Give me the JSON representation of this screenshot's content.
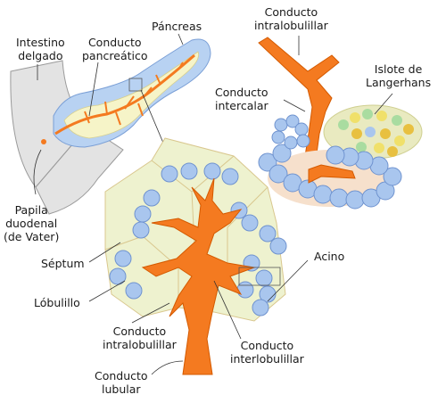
{
  "labels": {
    "intestino": [
      "Intestino",
      "delgado"
    ],
    "conducto_pancreatico": [
      "Conducto",
      "pancreático"
    ],
    "pancreas": "Páncreas",
    "conducto_intralobulillar_top": [
      "Conducto",
      "intralobulillar"
    ],
    "islote": [
      "Islote de",
      "Langerhans"
    ],
    "conducto_intercalar": [
      "Conducto",
      "intercalar"
    ],
    "papila": [
      "Papila",
      "duodenal",
      "(de Vater)"
    ],
    "septum": "Séptum",
    "lobulillo": "Lóbulillo",
    "acino": "Acino",
    "conducto_intralobulillar_bottom": [
      "Conducto",
      "intralobulillar"
    ],
    "conducto_interlobulillar": [
      "Conducto",
      "interlobulillar"
    ],
    "conducto_lubular": [
      "Conducto",
      "lubular"
    ]
  },
  "colors": {
    "duct": "#f47a20",
    "duct_outline": "#d45a00",
    "lobule_fill": "#eef2cf",
    "lobule_stroke": "#d9c78e",
    "acinus": "#a9c6ee",
    "acinus_stroke": "#6f93cf",
    "pancreas": "#b8d2f2",
    "pancreas_inner": "#f6f4c8",
    "intestine": "#e3e3e3",
    "islet": "#e8e8c0"
  }
}
